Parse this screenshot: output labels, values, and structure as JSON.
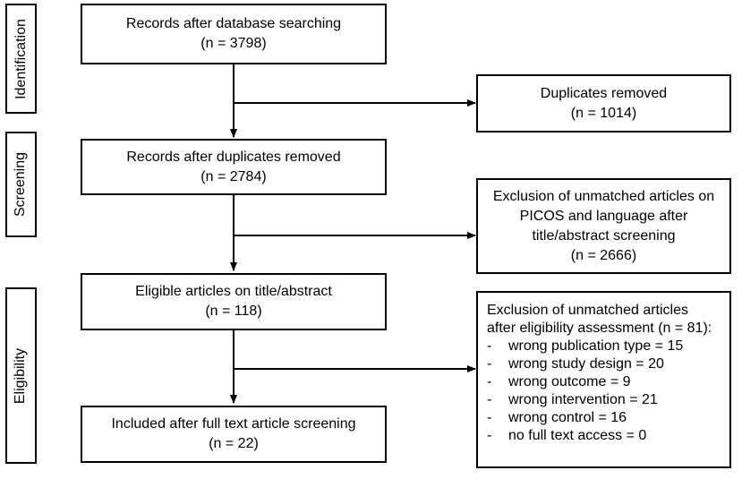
{
  "stages": {
    "identification": "Identification",
    "screening": "Screening",
    "eligibility": "Eligibility"
  },
  "boxes": {
    "records_db": {
      "line1": "Records after database searching",
      "line2": "(n = 3798)"
    },
    "duplicates": {
      "line1": "Duplicates removed",
      "line2": "(n = 1014)"
    },
    "records_dedup": {
      "line1": "Records after duplicates removed",
      "line2": "(n = 2784)"
    },
    "exclusion_picos": {
      "line1": "Exclusion of unmatched articles on",
      "line2": "PICOS and language after",
      "line3": "title/abstract screening",
      "line4": "(n = 2666)"
    },
    "eligible": {
      "line1": "Eligible  articles on title/abstract",
      "line2": "(n = 118)"
    },
    "exclusion_eligibility": {
      "line1": "Exclusion of unmatched articles",
      "line2": "after eligibility  assessment (n = 81):",
      "items": [
        "wrong publication type = 15",
        "wrong study design = 20",
        "wrong outcome = 9",
        "wrong intervention = 21",
        "wrong control = 16",
        "no full text access = 0"
      ]
    },
    "included": {
      "line1": "Included after full text article screening",
      "line2": "(n = 22)"
    }
  }
}
